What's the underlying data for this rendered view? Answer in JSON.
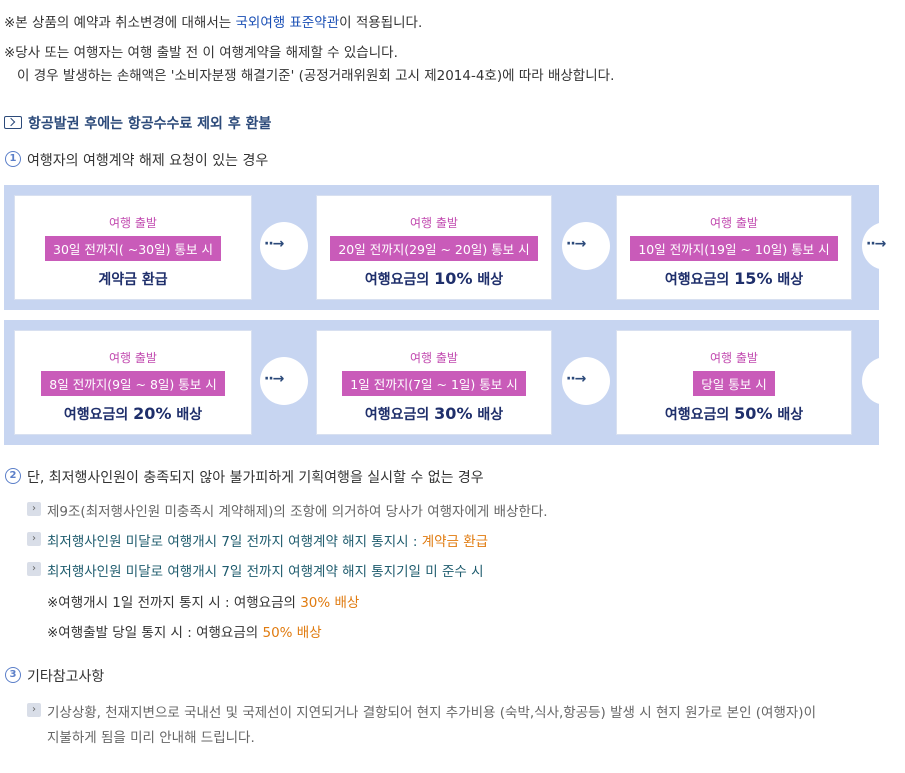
{
  "notices": {
    "line1_pre": "※본 상품의 예약과 취소변경에 대해서는 ",
    "line1_link": "국외여행 표준약관",
    "line1_post": "이 적용됩니다.",
    "line2": "※당사 또는 여행자는 여행 출발 전 이 여행계약을 해제할 수 있습니다.",
    "line3": "이 경우 발생하는 손해액은 '소비자분쟁 해결기준' (공정거래위원회 고시 제2014-4호)에 따라 배상합니다."
  },
  "section_title": "항공발권 후에는 항공수수료 제외 후 환불",
  "heading1": {
    "num": "1",
    "text": "여행자의 여행계약 해제 요청이 있는 경우"
  },
  "cards": [
    {
      "label": "여행 출발",
      "period": "30일 전까지( ~30일) 통보 시",
      "result_pre": "",
      "result_pct": "",
      "result_post": "계약금 환급"
    },
    {
      "label": "여행 출발",
      "period": "20일 전까지(29일 ~ 20일) 통보 시",
      "result_pre": "여행요금의 ",
      "result_pct": "10%",
      "result_post": " 배상"
    },
    {
      "label": "여행 출발",
      "period": "10일 전까지(19일 ~ 10일) 통보 시",
      "result_pre": "여행요금의 ",
      "result_pct": "15%",
      "result_post": " 배상"
    },
    {
      "label": "여행 출발",
      "period": "8일 전까지(9일 ~ 8일) 통보 시",
      "result_pre": "여행요금의 ",
      "result_pct": "20%",
      "result_post": " 배상"
    },
    {
      "label": "여행 출발",
      "period": "1일 전까지(7일 ~ 1일) 통보 시",
      "result_pre": "여행요금의 ",
      "result_pct": "30%",
      "result_post": " 배상"
    },
    {
      "label": "여행 출발",
      "period": "당일 통보 시",
      "result_pre": "여행요금의 ",
      "result_pct": "50%",
      "result_post": " 배상"
    }
  ],
  "arrow_glyph": "··→",
  "heading2": {
    "num": "2",
    "text": "단, 최저행사인원이 충족되지 않아 불가피하게 기획여행을 실시할 수 없는 경우"
  },
  "bullets2": [
    {
      "text": "제9조(최저행사인원 미충족시 계약해제)의 조항에 의거하여 당사가 여행자에게 배상한다.",
      "highlight": ""
    },
    {
      "text": "최저행사인원 미달로 여행개시 7일 전까지 여행계약 해지 통지시 : ",
      "highlight": "계약금 환급"
    },
    {
      "text": "최저행사인원 미달로 여행개시 7일 전까지 여행계약 해지 통지기일 미 준수 시",
      "highlight": ""
    }
  ],
  "subnotes": [
    {
      "pre": "※여행개시 1일 전까지 통지 시 : 여행요금의 ",
      "highlight": "30% 배상"
    },
    {
      "pre": "※여행출발 당일 통지 시 : 여행요금의 ",
      "highlight": "50% 배상"
    }
  ],
  "heading3": {
    "num": "3",
    "text": "기타참고사항"
  },
  "bullet3": {
    "line1": "기상상황, 천재지변으로 국내선 및 국제선이 지연되거나 결항되어 현지 추가비용 (숙박,식사,항공등) 발생 시 현지 원가로 본인 (여행자)이",
    "line2": "지불하게 됨을 미리 안내해 드립니다."
  },
  "chevron_glyph": "›",
  "colors": {
    "accent_blue": "#1a4fb5",
    "band": "#c7d5f1",
    "magenta": "#c95bb9",
    "orange": "#e07b10",
    "teal": "#1f5c6e"
  }
}
